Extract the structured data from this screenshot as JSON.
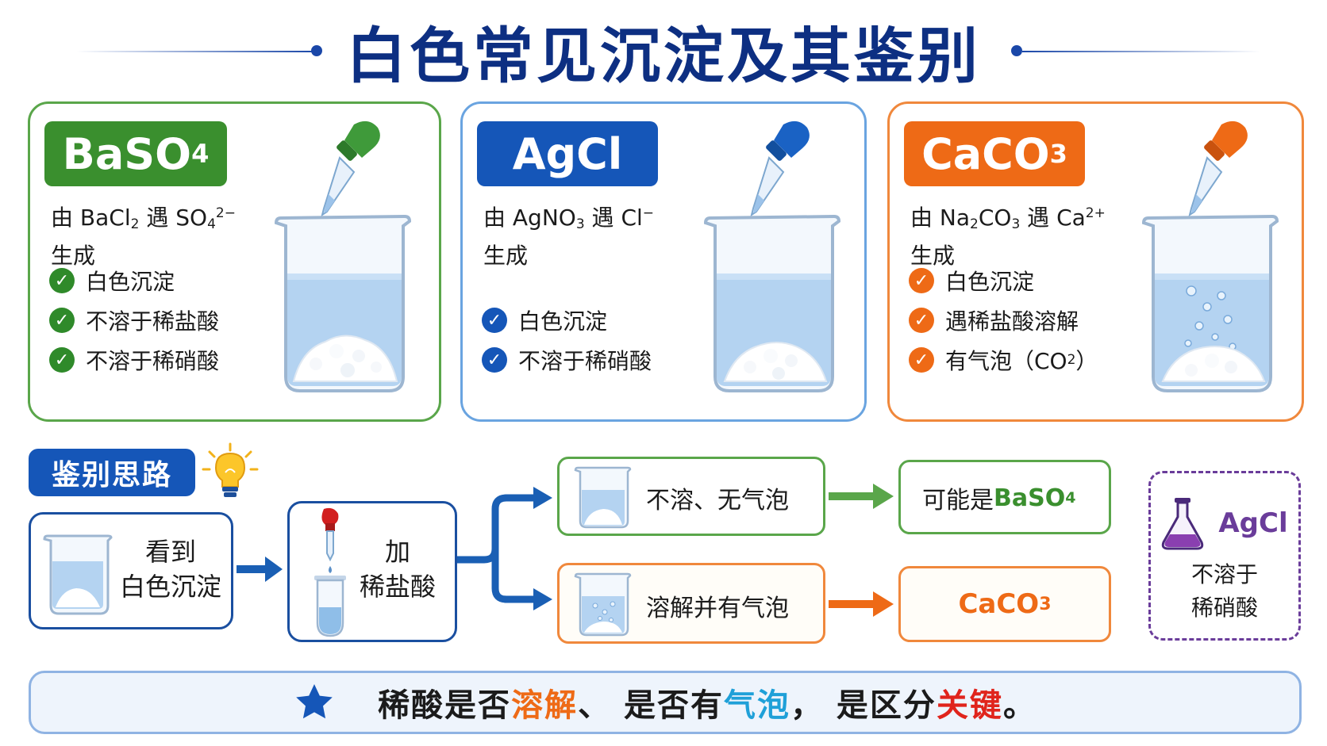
{
  "title": "白色常见沉淀及其鉴别",
  "colors": {
    "title": "#0d2f82",
    "green": "#3a8f2e",
    "blue": "#1556b8",
    "orange": "#ee6a16",
    "purple": "#6a3c9a"
  },
  "cards": [
    {
      "formula_main": "BaSO",
      "formula_sub": "4",
      "origin_prefix": "由 BaCl",
      "origin_sub1": "2",
      "origin_mid": " 遇 SO",
      "origin_sub2": "4",
      "origin_sup": "2−",
      "origin_line2": "生成",
      "checks": [
        "白色沉淀",
        "不溶于稀盐酸",
        "不溶于稀硝酸"
      ]
    },
    {
      "formula_main": "AgCl",
      "origin_prefix": "由 AgNO",
      "origin_sub1": "3",
      "origin_mid": " 遇 Cl",
      "origin_sup": "−",
      "origin_line2": "生成",
      "checks": [
        "白色沉淀",
        "不溶于稀硝酸"
      ]
    },
    {
      "formula_main": "CaCO",
      "formula_sub": "3",
      "origin_prefix": "由 Na",
      "origin_sub1": "2",
      "origin_mid": "CO",
      "origin_sub2": "3",
      "origin_mid2": " 遇 Ca",
      "origin_sup": "2+",
      "origin_line2": "生成",
      "checks": [
        "白色沉淀",
        "遇稀盐酸溶解"
      ],
      "check3_prefix": "有气泡（CO",
      "check3_sub": "2",
      "check3_suffix": "）"
    }
  ],
  "flow": {
    "label": "鉴别思路",
    "step1_line1": "看到",
    "step1_line2": "白色沉淀",
    "step2_line1": "加",
    "step2_line2": "稀盐酸",
    "branch_top": "不溶、无气泡",
    "branch_bottom": "溶解并有气泡",
    "result_top_prefix": "可能是 ",
    "result_top_formula": "BaSO",
    "result_top_sub": "4",
    "result_bottom_formula": "CaCO",
    "result_bottom_sub": "3",
    "agcl_formula": "AgCl",
    "agcl_line1": "不溶于",
    "agcl_line2": "稀硝酸"
  },
  "tip": {
    "p1": "稀酸是否",
    "h1": "溶解",
    "p2": "、 是否有",
    "h2": "气泡",
    "p3": "， 是区分",
    "h3": "关键",
    "p4": "。"
  },
  "icons": [
    "star-icon",
    "lightbulb-icon",
    "check-icon",
    "dropper-icon",
    "beaker-icon",
    "flask-icon",
    "arrow-icon"
  ]
}
